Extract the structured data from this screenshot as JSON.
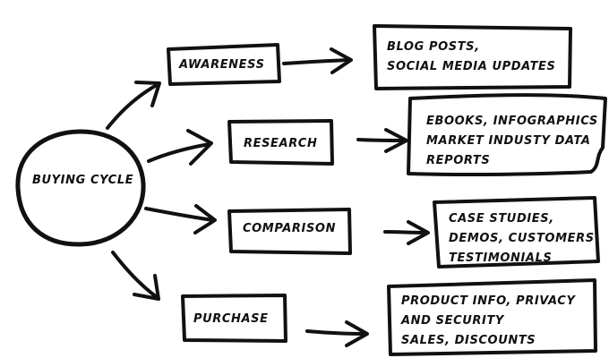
{
  "center": {
    "label": "BUYING CYCLE"
  },
  "stages": [
    {
      "label": "AWARENESS",
      "content": [
        "BLOG POSTS,",
        "SOCIAL MEDIA UPDATES"
      ]
    },
    {
      "label": "RESEARCH",
      "content": [
        "EBOOKS, INFOGRAPHICS",
        "MARKET INDUSTY DATA",
        "REPORTS"
      ]
    },
    {
      "label": "COMPARISON",
      "content": [
        "CASE STUDIES,",
        "DEMOS, CUSTOMERS",
        "TESTIMONIALS"
      ]
    },
    {
      "label": "PURCHASE",
      "content": [
        "PRODUCT INFO, PRIVACY",
        "AND SECURITY",
        "SALES, DISCOUNTS"
      ]
    }
  ],
  "colors": {
    "ink": "#111111",
    "background": "#ffffff"
  }
}
